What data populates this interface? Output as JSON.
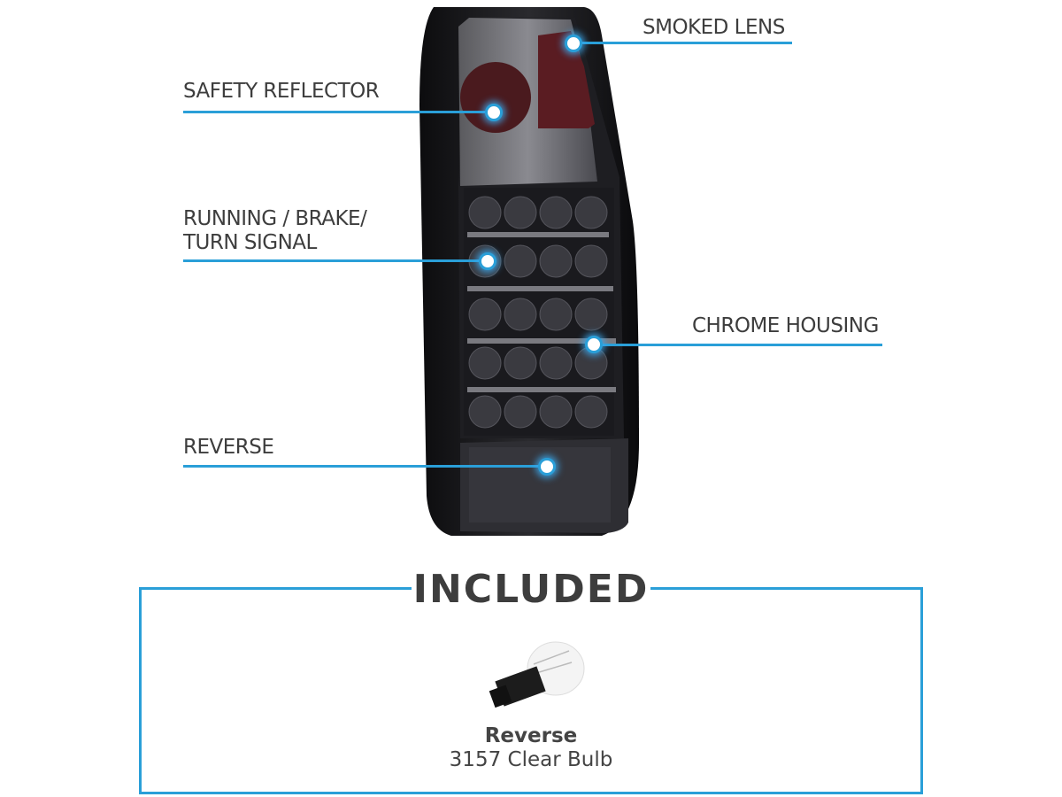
{
  "callouts": {
    "smoked_lens": "SMOKED LENS",
    "safety_reflector": "SAFETY REFLECTOR",
    "running_line1": "RUNNING / BRAKE/",
    "running_line2": "TURN SIGNAL",
    "chrome_housing": "CHROME HOUSING",
    "reverse": "REVERSE"
  },
  "included": {
    "title": "INCLUDED",
    "items": [
      {
        "name": "Reverse",
        "description": "3157 Clear Bulb"
      }
    ]
  },
  "colors": {
    "accent": "#2a9fd8",
    "text": "#3d3d3d"
  }
}
